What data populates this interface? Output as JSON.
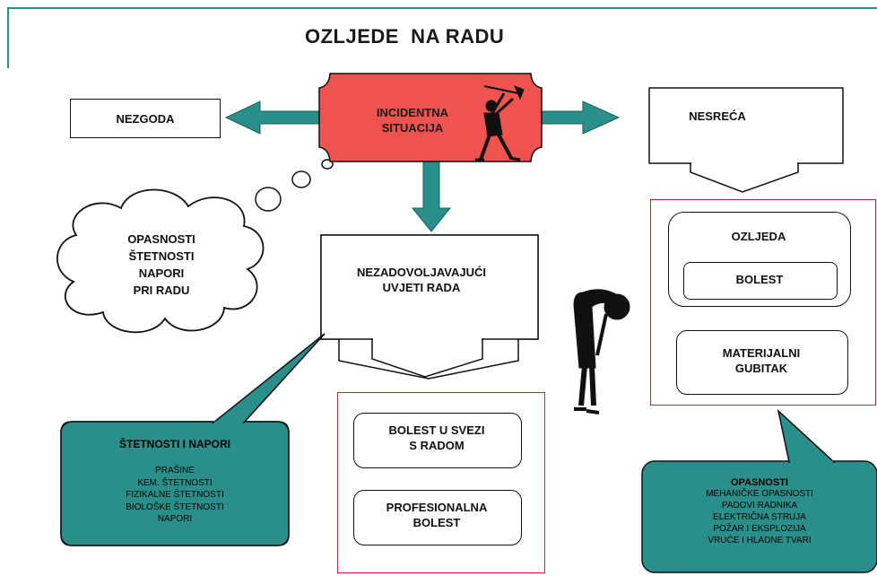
{
  "title": "OZLJEDE  NA RADU",
  "nodes": {
    "nezgoda": "NEZGODA",
    "incidentna": [
      "INCIDENTNA",
      "SITUACIJA"
    ],
    "nesreca": "NESREĆA",
    "cloud": [
      "OPASNOSTI",
      "ŠTETNOSTI",
      "NAPORI",
      "PRI RADU"
    ],
    "nezadovoljavajuci": [
      "NEZADOVOLJAVAJUĆI",
      "UVJETI  RADA"
    ],
    "ozljeda": "OZLJEDA",
    "bolest": "BOLEST",
    "materijalni": [
      "MATERIJALNI",
      "GUBITAK"
    ],
    "bolest_u_svezi": [
      "BOLEST U SVEZI",
      "S RADOM"
    ],
    "profesionalna": [
      "PROFESIONALNA",
      "BOLEST"
    ]
  },
  "callouts": {
    "stetnosti": {
      "heading": "ŠTETNOSTI I NAPORI",
      "items": [
        "PRAŠINE",
        "KEM. ŠTETNOSTI",
        "FIZIKALNE ŠTETNOSTI",
        "BIOLOŠKE ŠTETNOSTI",
        "NAPORI"
      ]
    },
    "opasnosti": {
      "heading": "OPASNOSTI",
      "items": [
        "MEHANIČKE OPASNOSTI",
        "PADOVI RADNIKA",
        "ELEKTRIČNA STRUJA",
        "POŽAR I EKSPLOZIJA",
        "VRUĆE I HLADNE TVARI"
      ]
    }
  },
  "colors": {
    "accent_red": "#ef5350",
    "teal": "#2a8f8a",
    "frame_red": "#d0202a"
  }
}
